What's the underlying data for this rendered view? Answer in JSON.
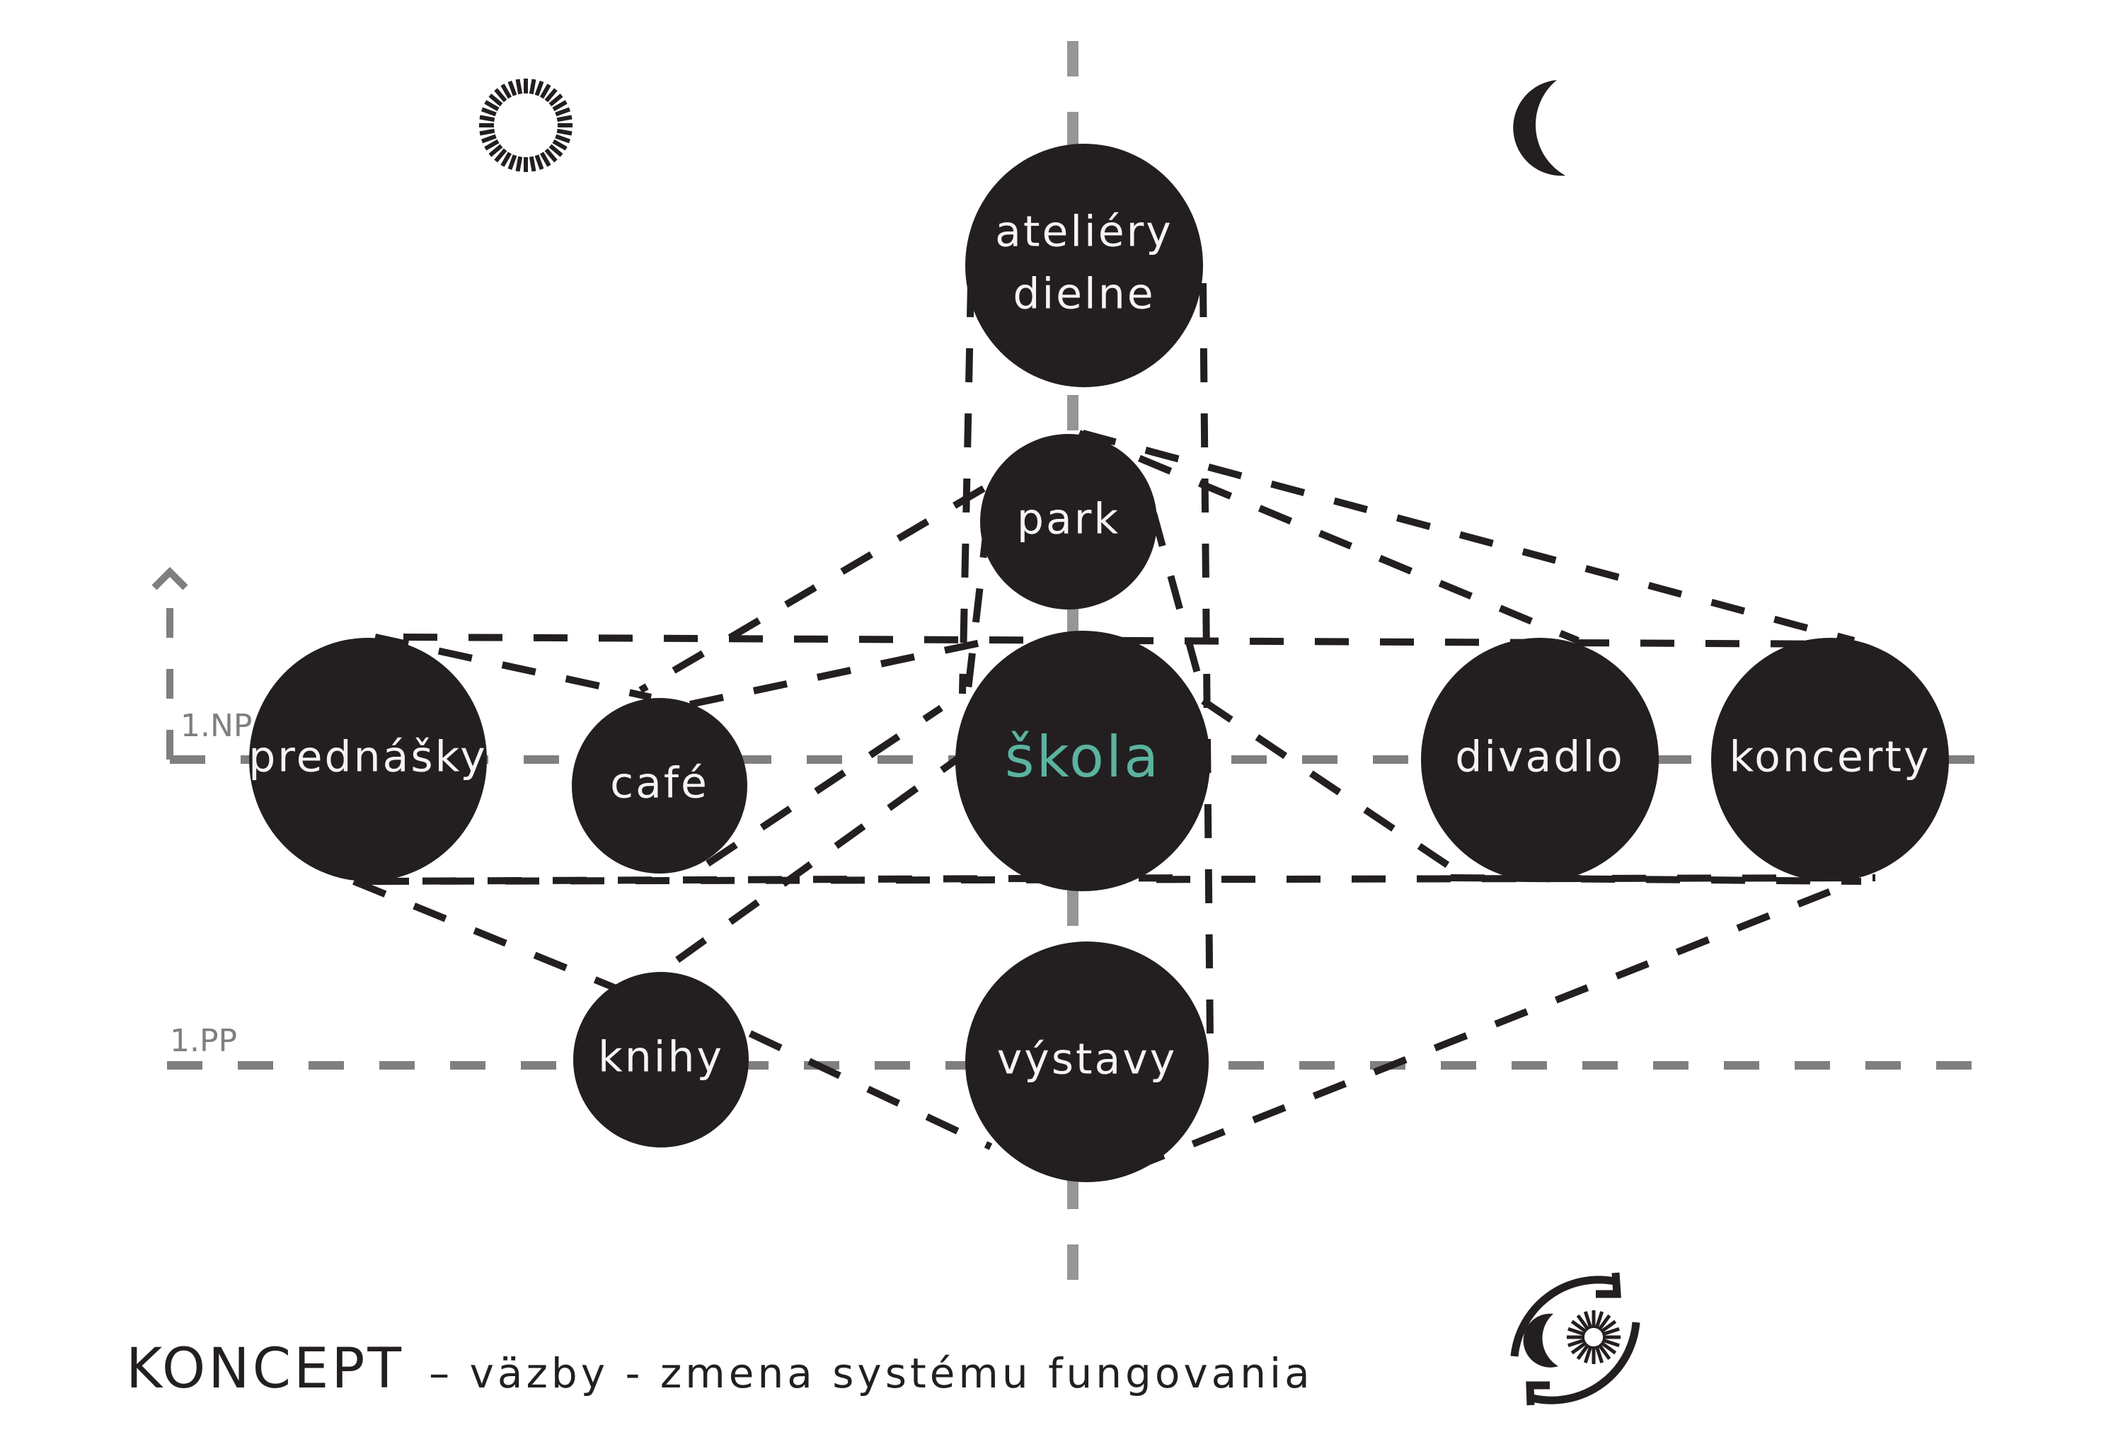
{
  "colors": {
    "node_fill": "#231f20",
    "node_text": "#f4f4f4",
    "accent_text": "#5bb39f",
    "axis_gray": "#969696",
    "floor_gray": "#7f7f7f",
    "connection": "#231f20",
    "background": "#ffffff"
  },
  "icons": {
    "day": "sun-icon",
    "night": "moon-icon",
    "cycle": "day-night-cycle-icon"
  },
  "floors": [
    {
      "id": "np",
      "label": "1.NP"
    },
    {
      "id": "pp",
      "label": "1.PP"
    }
  ],
  "nodes": [
    {
      "id": "ateliery",
      "lines": [
        "ateliéry",
        "dielne"
      ],
      "accent": false
    },
    {
      "id": "park",
      "lines": [
        "park"
      ],
      "accent": false
    },
    {
      "id": "prednasky",
      "lines": [
        "prednášky"
      ],
      "accent": false
    },
    {
      "id": "cafe",
      "lines": [
        "café"
      ],
      "accent": false
    },
    {
      "id": "skola",
      "lines": [
        "škola"
      ],
      "accent": true
    },
    {
      "id": "divadlo",
      "lines": [
        "divadlo"
      ],
      "accent": false
    },
    {
      "id": "koncerty",
      "lines": [
        "koncerty"
      ],
      "accent": false
    },
    {
      "id": "knihy",
      "lines": [
        "knihy"
      ],
      "accent": false
    },
    {
      "id": "vystavy",
      "lines": [
        "výstavy"
      ],
      "accent": false
    }
  ],
  "connections": [
    [
      "ateliery",
      "skola"
    ],
    [
      "ateliery",
      "vystavy"
    ],
    [
      "park",
      "cafe"
    ],
    [
      "park",
      "skola"
    ],
    [
      "park",
      "divadlo"
    ],
    [
      "park",
      "koncerty"
    ],
    [
      "park",
      "vystavy"
    ],
    [
      "prednasky",
      "cafe"
    ],
    [
      "prednasky",
      "koncerty"
    ],
    [
      "prednasky",
      "skola"
    ],
    [
      "prednasky",
      "knihy"
    ],
    [
      "prednasky",
      "divadlo"
    ],
    [
      "cafe",
      "skola"
    ],
    [
      "cafe",
      "knihy"
    ],
    [
      "skola",
      "divadlo"
    ],
    [
      "skola",
      "knihy"
    ],
    [
      "knihy",
      "vystavy"
    ],
    [
      "vystavy",
      "koncerty"
    ],
    [
      "divadlo",
      "koncerty"
    ]
  ],
  "caption": {
    "title": "KONCEPT",
    "subtitle": "–  väzby - zmena systému fungovania"
  }
}
